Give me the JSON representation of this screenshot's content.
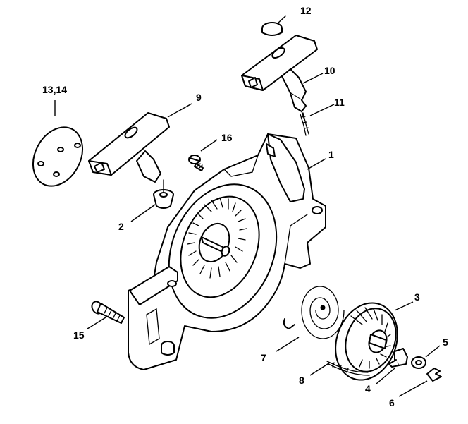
{
  "labels": {
    "p1": "1",
    "p2": "2",
    "p3": "3",
    "p4": "4",
    "p5": "5",
    "p6": "6",
    "p7": "7",
    "p8": "8",
    "p9": "9",
    "p10": "10",
    "p11": "11",
    "p12": "12",
    "p13_14": "13,14",
    "p15": "15",
    "p16": "16"
  },
  "colors": {
    "line": "#000000",
    "background": "#ffffff"
  }
}
